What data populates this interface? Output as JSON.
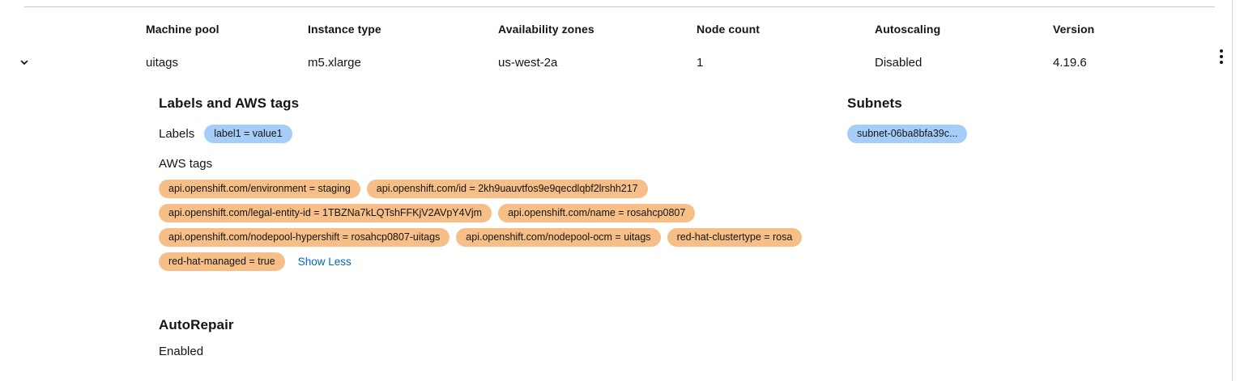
{
  "table": {
    "columns": [
      "Machine pool",
      "Instance type",
      "Availability zones",
      "Node count",
      "Autoscaling",
      "Version"
    ],
    "row": {
      "machine_pool": "uitags",
      "instance_type": "m5.xlarge",
      "availability_zones": "us-west-2a",
      "node_count": "1",
      "autoscaling": "Disabled",
      "version": "4.19.6"
    },
    "expand_icon": "chevron-down-icon",
    "actions_icon": "kebab-menu-icon"
  },
  "detail": {
    "labels_section": {
      "title": "Labels and AWS tags",
      "labels_field_label": "Labels",
      "labels": [
        "label1 = value1"
      ],
      "aws_tags_label": "AWS tags",
      "aws_tags_rows": [
        [
          "api.openshift.com/environment = staging",
          "api.openshift.com/id = 2kh9uauvtfos9e9qecdlqbf2lrshh217"
        ],
        [
          "api.openshift.com/legal-entity-id = 1TBZNa7kLQTshFFKjV2AVpY4Vjm",
          "api.openshift.com/name = rosahcp0807"
        ],
        [
          "api.openshift.com/nodepool-hypershift = rosahcp0807-uitags",
          "api.openshift.com/nodepool-ocm = uitags",
          "red-hat-clustertype = rosa"
        ],
        [
          "red-hat-managed = true"
        ]
      ],
      "show_less_label": "Show Less"
    },
    "subnets_section": {
      "title": "Subnets",
      "subnets": [
        "subnet-06ba8bfa39c..."
      ]
    },
    "autorepair_section": {
      "title": "AutoRepair",
      "value": "Enabled"
    }
  },
  "colors": {
    "label_chip": "#a5cdf7",
    "tag_chip": "#f5bf87",
    "link": "#0066cc",
    "text": "#151515",
    "divider": "#c7c7c7"
  }
}
